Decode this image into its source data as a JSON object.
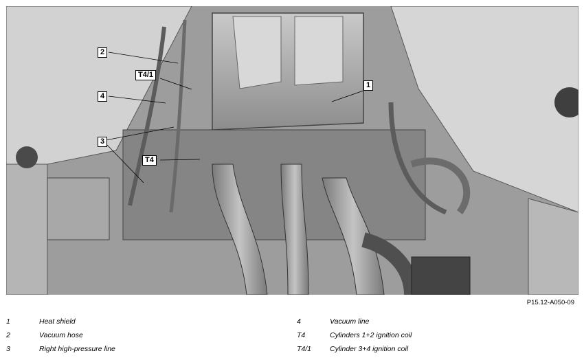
{
  "figure_id": "P15.12-A050-09",
  "callouts": {
    "c1": "1",
    "c2": "2",
    "c3": "3",
    "c4": "4",
    "t4": "T4",
    "t41": "T4/1"
  },
  "legend": [
    {
      "key": "1",
      "desc": "Heat shield"
    },
    {
      "key": "2",
      "desc": "Vacuum hose"
    },
    {
      "key": "3",
      "desc": "Right high-pressure line"
    },
    {
      "key": "4",
      "desc": "Vacuum line"
    },
    {
      "key": "T4",
      "desc": "Cylinders 1+2 ignition coil"
    },
    {
      "key": "T4/1",
      "desc": "Cylinder 3+4 ignition coil"
    }
  ]
}
